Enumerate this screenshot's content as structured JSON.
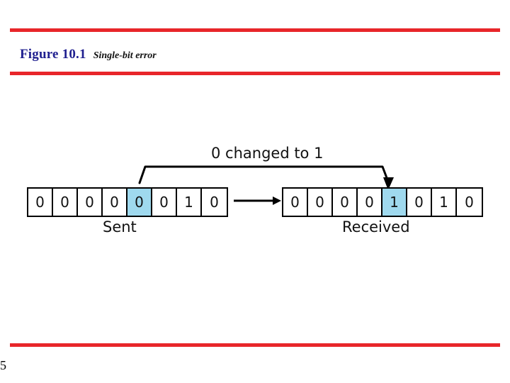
{
  "figure": {
    "number": "Figure 10.1",
    "caption": "Single-bit error"
  },
  "page_number": "5",
  "colors": {
    "rule": "#e8262a",
    "figure_number": "#1f1f8f",
    "highlight_cell": "#9fd9ee",
    "outline": "#000000"
  },
  "diagram": {
    "annotation": "0 changed to 1",
    "sent": {
      "label": "Sent",
      "bits": [
        "0",
        "0",
        "0",
        "0",
        "0",
        "0",
        "1",
        "0"
      ],
      "highlight_index": 4
    },
    "received": {
      "label": "Received",
      "bits": [
        "0",
        "0",
        "0",
        "0",
        "1",
        "0",
        "1",
        "0"
      ],
      "highlight_index": 4
    }
  }
}
